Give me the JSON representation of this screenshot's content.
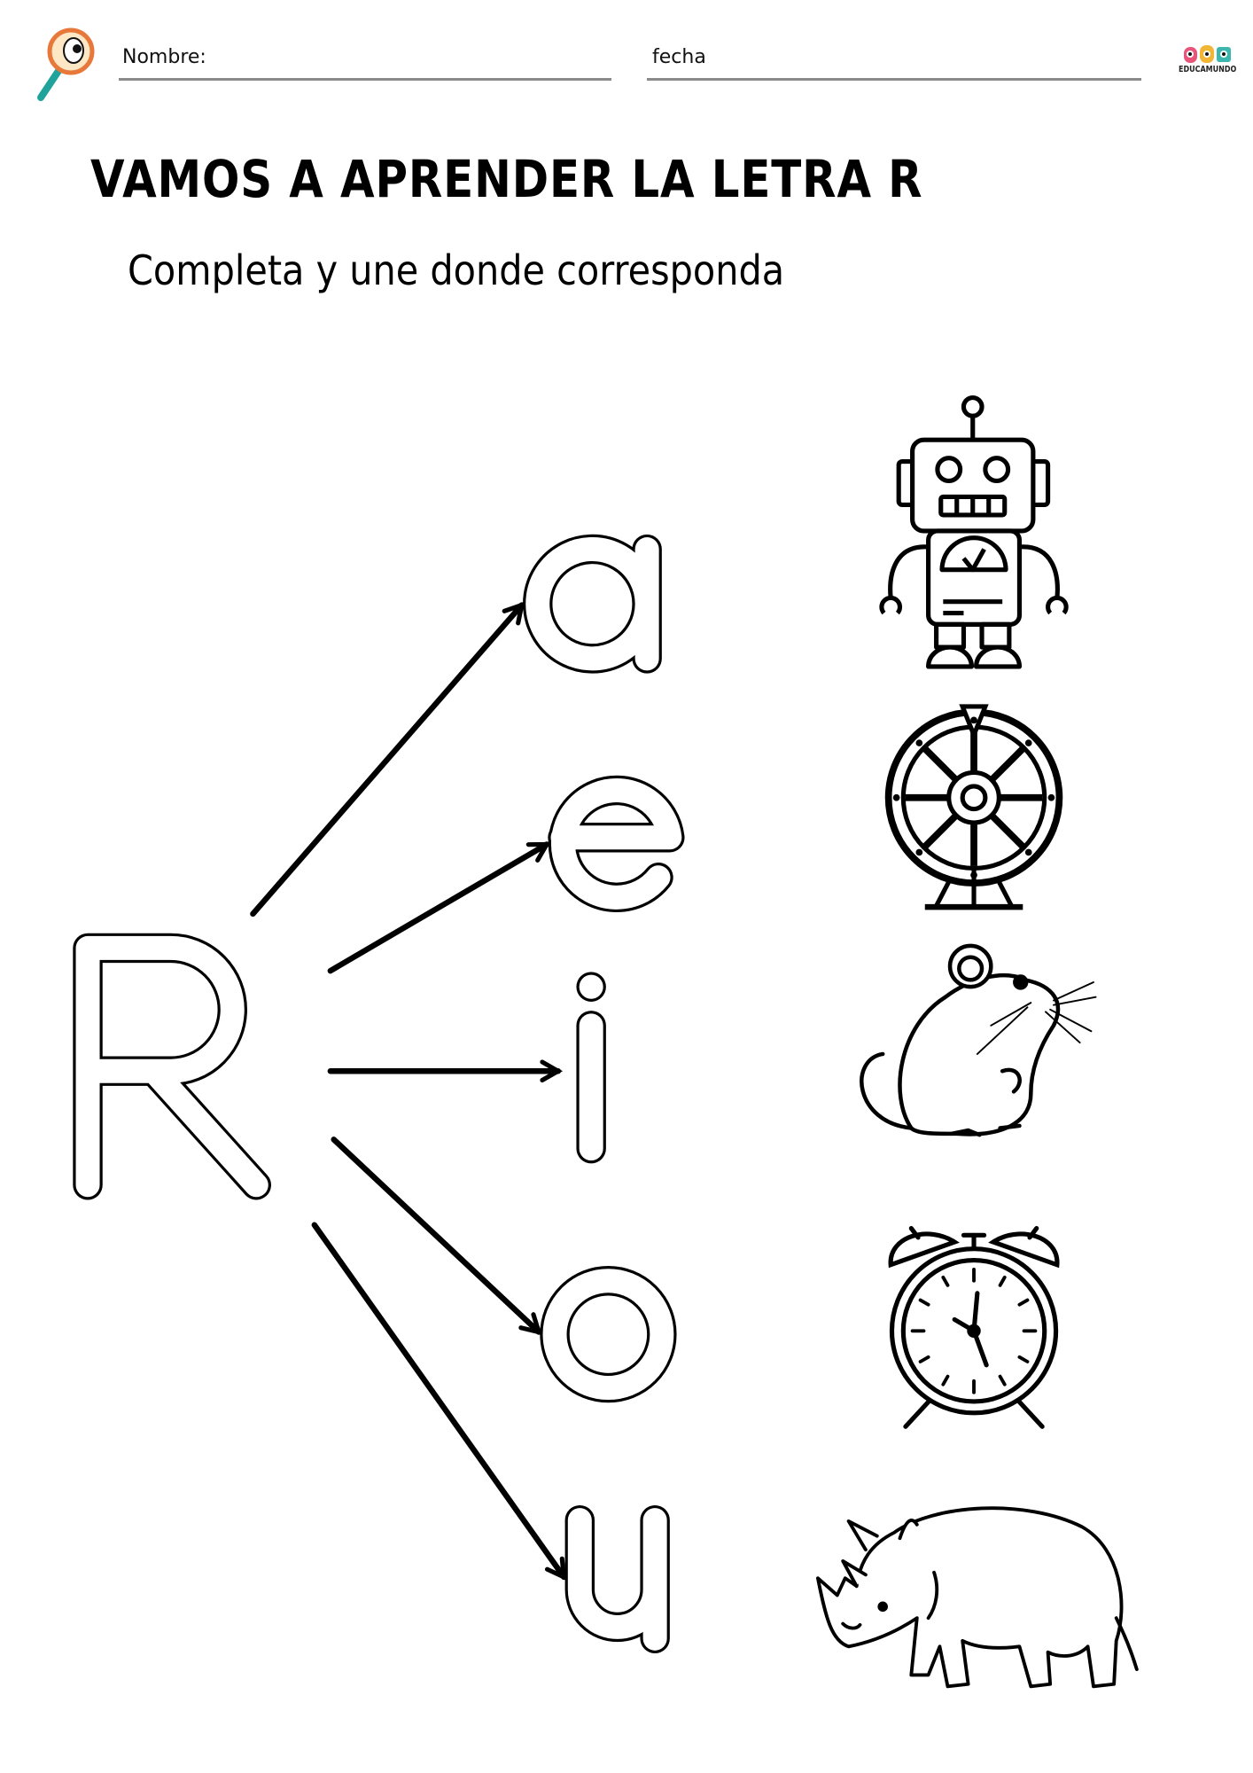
{
  "header": {
    "name_label": "Nombre:",
    "date_label": "fecha",
    "brand_logo": "EDUCAMUNDO",
    "magnifier_icon": "magnifying-glass-eye-icon"
  },
  "title": "VAMOS A APRENDER LA LETRA R",
  "subtitle": "Completa y une donde corresponda",
  "main_letter": "R",
  "vowels": [
    "a",
    "e",
    "i",
    "o",
    "u"
  ],
  "pictures": [
    "robot-icon",
    "ferris-wheel-icon",
    "hamster-icon",
    "alarm-clock-icon",
    "rhino-icon"
  ],
  "colors": {
    "line": "#8a8a8a",
    "magnifier_ring": "#e8773a",
    "magnifier_handle": "#1fa39a",
    "logo_pink": "#e8547a",
    "logo_yellow": "#f2b637",
    "logo_teal": "#3bb7b0"
  }
}
